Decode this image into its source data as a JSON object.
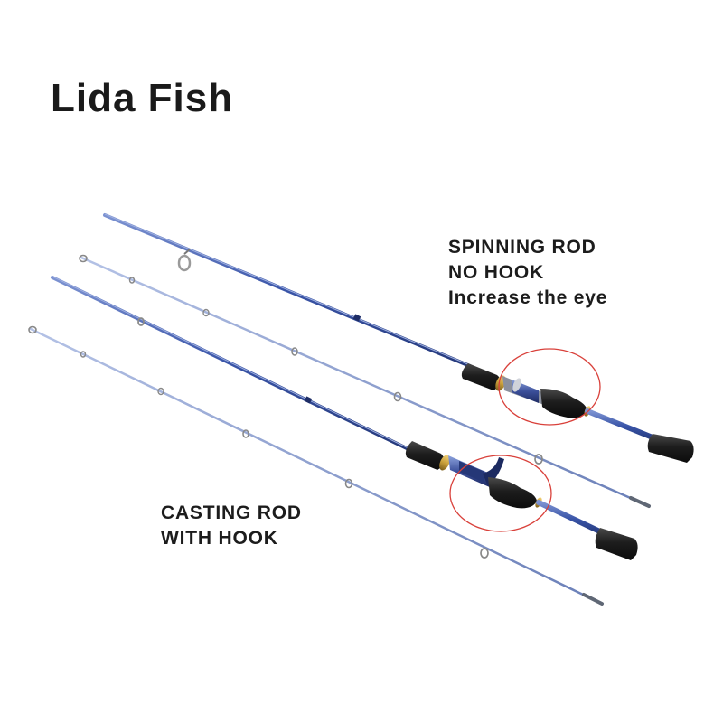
{
  "brand": "Lida Fish",
  "spinning_label": {
    "line1": "SPINNING ROD",
    "line2": "NO HOOK",
    "line3": "Increase the eye"
  },
  "casting_label": {
    "line1": "CASTING ROD",
    "line2": "WITH HOOK"
  },
  "colors": {
    "rod_blank": "#3a55a8",
    "rod_blank_light": "#6f86c6",
    "grip": "#1e1e1e",
    "reel_seat_accent": "#c9a03a",
    "highlight_circle": "#d9413b",
    "text": "#1c1c1c"
  }
}
